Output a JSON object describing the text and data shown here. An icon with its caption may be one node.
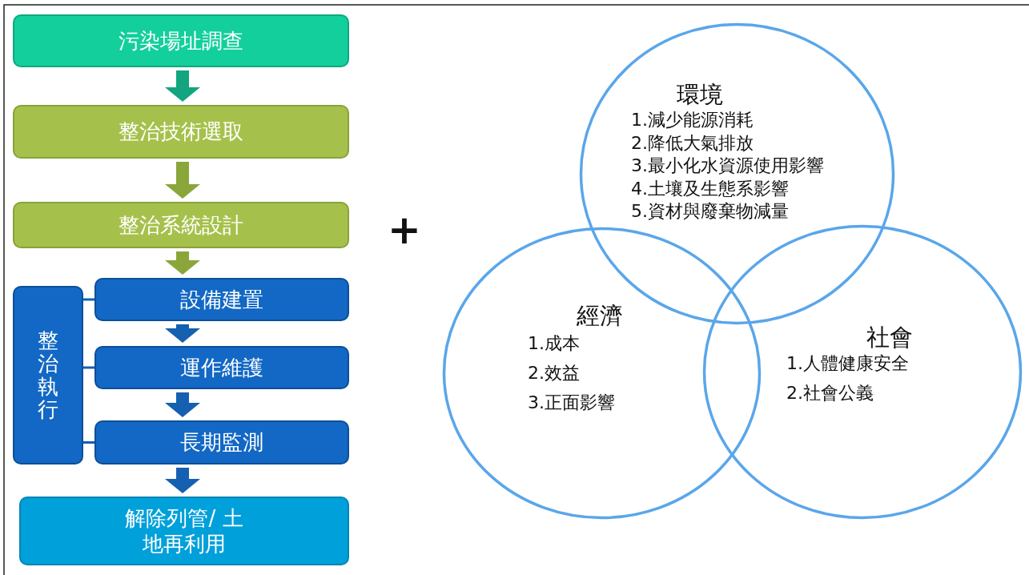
{
  "diagram": {
    "nodes": [
      {
        "text": [
          "污染場址調查"
        ]
      },
      {
        "text": [
          "整治技術選取"
        ]
      },
      {
        "text": [
          "整治系統設計"
        ]
      },
      {
        "text": [
          "整治執行"
        ]
      },
      {
        "text": [
          "設備建置"
        ]
      },
      {
        "text": [
          "運作維護"
        ]
      },
      {
        "text": [
          "長期監測"
        ]
      },
      {
        "text": [
          "解除列管/ 土地再利用"
        ]
      },
      {
        "text": [
          "環境",
          "1.減少能源消耗",
          "2.降低大氣排放",
          "3.最小化水資源使用影響",
          "4.土壤及生態系影響",
          "5.資材與廢棄物減量"
        ]
      },
      {
        "text": [
          "經濟",
          "1.成本",
          "2.效益",
          "3.正面影響"
        ]
      },
      {
        "text": [
          "社會",
          "1.人體健康安全",
          "2.社會公義"
        ]
      }
    ],
    "edges": [
      {
        "from": 0,
        "to": 1,
        "arrow": "to",
        "color": "#12a57f"
      },
      {
        "from": 1,
        "to": 2,
        "arrow": "to",
        "color": "#8aa63a"
      },
      {
        "from": 2,
        "to": 4,
        "arrow": "to",
        "color": "#8aa63a"
      },
      {
        "from": 4,
        "to": 5,
        "arrow": "to"
      },
      {
        "from": 5,
        "to": 6,
        "arrow": "to"
      },
      {
        "from": 6,
        "to": 7,
        "arrow": "to"
      },
      {
        "from": 3,
        "to": 4,
        "arrow": "none"
      },
      {
        "from": 3,
        "to": 5,
        "arrow": "none"
      },
      {
        "from": 3,
        "to": 6,
        "arrow": "none"
      }
    ],
    "labels": [
      "+"
    ]
  }
}
